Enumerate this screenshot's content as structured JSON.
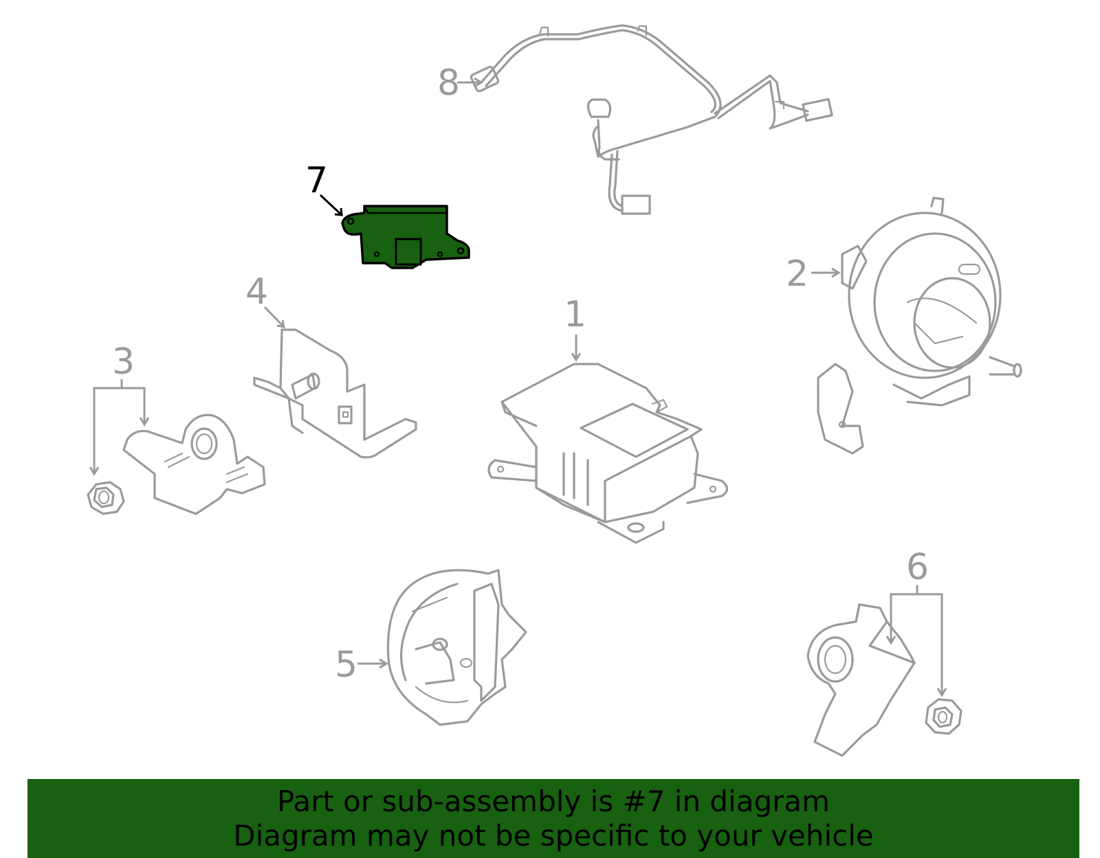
{
  "diagram": {
    "highlight_color": "#176111",
    "highlighted_part": "7",
    "callouts": [
      {
        "id": "1",
        "label": "1"
      },
      {
        "id": "2",
        "label": "2"
      },
      {
        "id": "3",
        "label": "3"
      },
      {
        "id": "4",
        "label": "4"
      },
      {
        "id": "5",
        "label": "5"
      },
      {
        "id": "6",
        "label": "6"
      },
      {
        "id": "7",
        "label": "7"
      },
      {
        "id": "8",
        "label": "8"
      }
    ]
  },
  "banner": {
    "line1": "Part or sub-assembly is #7 in diagram",
    "line2": "Diagram may not be specific to your vehicle",
    "background": "#176111"
  }
}
